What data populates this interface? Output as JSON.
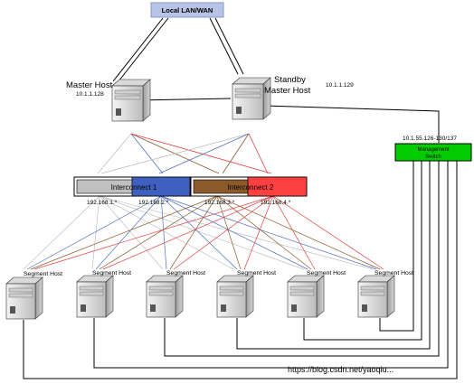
{
  "lan": {
    "label": "Local LAN/WAN",
    "fill": "#b8c4e6",
    "text_color": "#ffffff"
  },
  "master": {
    "label": "Master Host",
    "ip": "10.1.1.128"
  },
  "standby": {
    "label_line1": "Standby",
    "label_line2": "Master Host",
    "ip": "10.1.1.129"
  },
  "switch": {
    "ip_range": "10.1.55.126-130/137",
    "label_line1": "Management",
    "label_line2": "Switch",
    "fill": "#00cc00"
  },
  "interconnect1": {
    "label": "Interconnect 1",
    "color_a": "#c0c0c0",
    "color_b": "#4060c0"
  },
  "interconnect2": {
    "label": "Interconnect 2",
    "color_a": "#8b5a2b",
    "color_b": "#ff4040"
  },
  "subnets": [
    "192.168.1.*",
    "192.168.2.*",
    "192.168.3.*",
    "192.168.4.*"
  ],
  "segments": [
    {
      "label": "Segment Host"
    },
    {
      "label": "Segment Host"
    },
    {
      "label": "Segment Host"
    },
    {
      "label": "Segment Host"
    },
    {
      "label": "Segment Host"
    },
    {
      "label": "Segment Host"
    }
  ],
  "colors": {
    "gray": "#c0c0c0",
    "blue": "#5070c0",
    "brown": "#8b5a2b",
    "red": "#e04040"
  },
  "watermark": "https://blog.csdn.net/yaoqiu..."
}
